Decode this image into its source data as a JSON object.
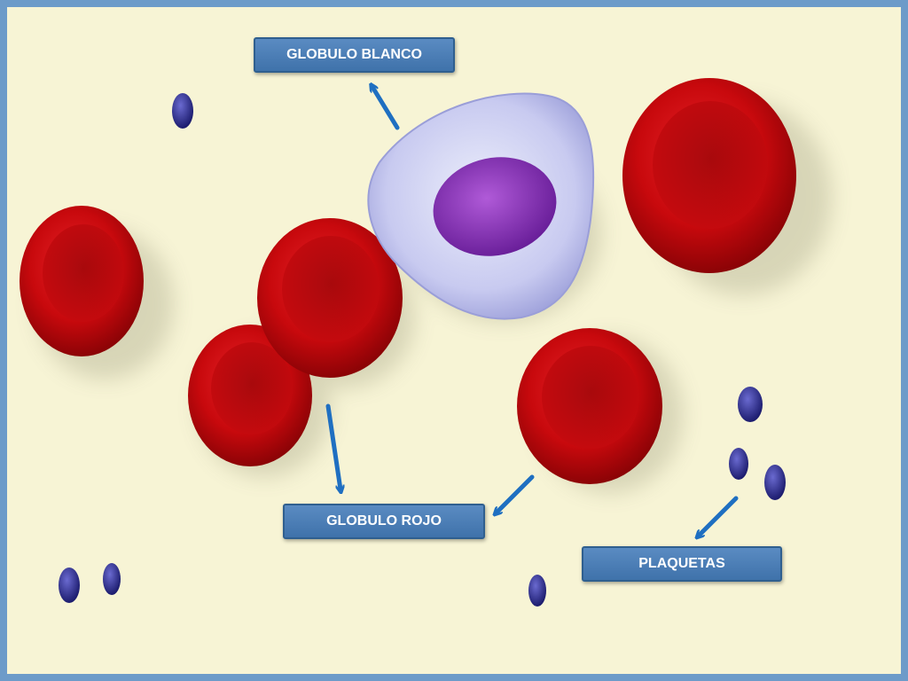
{
  "labels": {
    "white_cell": "GLOBULO BLANCO",
    "red_cell": "GLOBULO ROJO",
    "platelets": "PLAQUETAS"
  },
  "colors": {
    "background": "#f7f4d5",
    "frame": "#6d9bc9",
    "red_cell": "#c8090d",
    "white_cell": "#c8caf0",
    "nucleus": "#8a35b8",
    "platelet": "#2a2a8a",
    "arrow": "#1f6fc1",
    "label_fill": "#4a7db5"
  }
}
